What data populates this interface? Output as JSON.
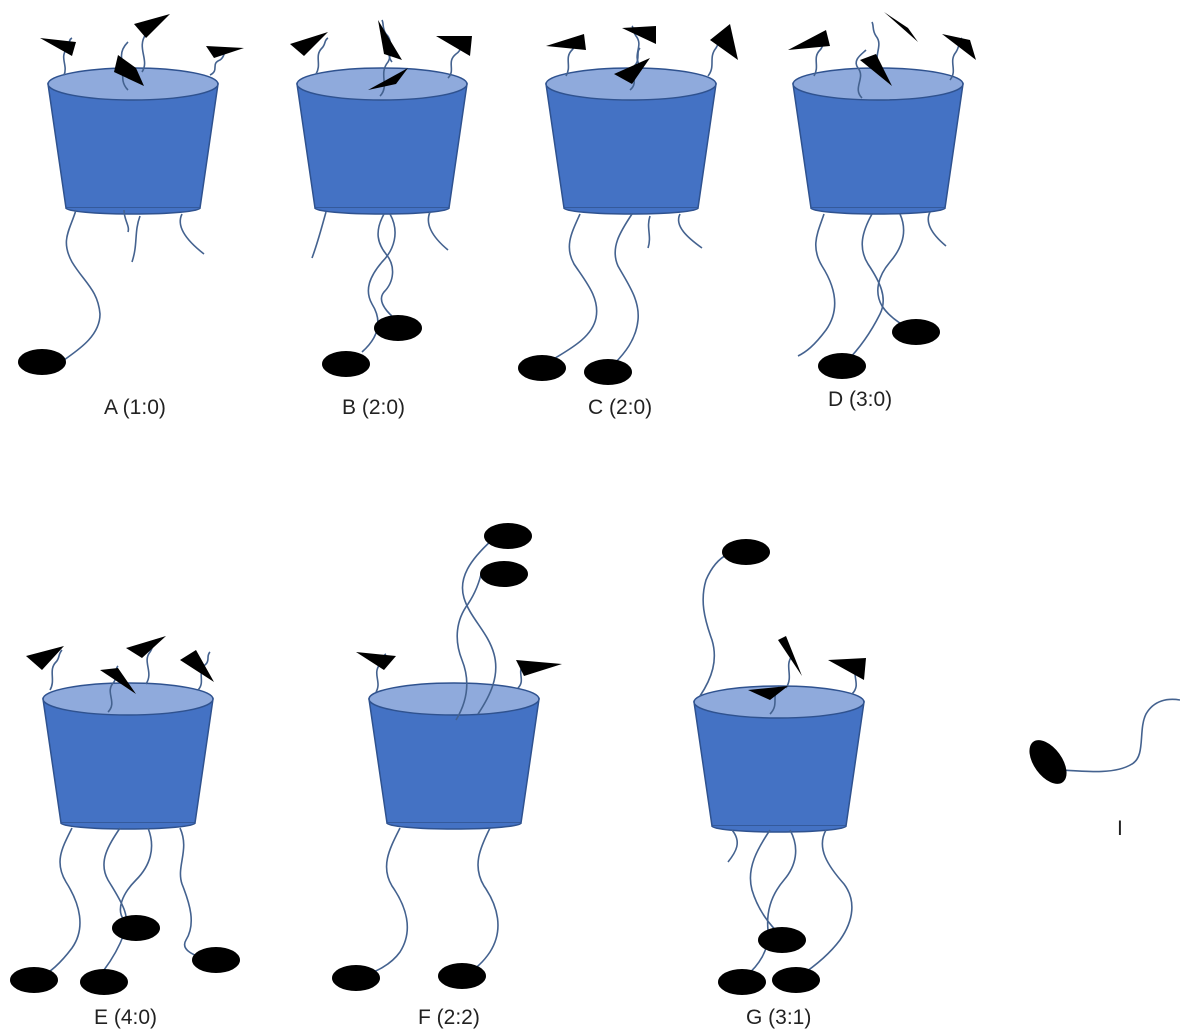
{
  "panels": [
    {
      "id": "A",
      "label": "A (1:0)"
    },
    {
      "id": "B",
      "label": "B (2:0)"
    },
    {
      "id": "C",
      "label": "C (2:0)"
    },
    {
      "id": "D",
      "label": "D (3:0)"
    },
    {
      "id": "E",
      "label": "E (4:0)"
    },
    {
      "id": "F",
      "label": "F (2:2)"
    },
    {
      "id": "G",
      "label": "G (3:1)"
    },
    {
      "id": "I",
      "label": "I"
    }
  ],
  "colors": {
    "cup_body": "#4472c4",
    "cup_top": "#8faadc",
    "cup_edge": "#2f528f",
    "chain": "#44628f",
    "ball": "#000000",
    "tag": "#000000"
  }
}
